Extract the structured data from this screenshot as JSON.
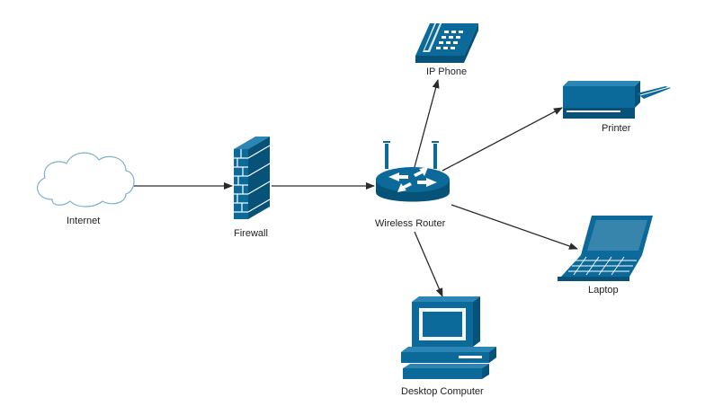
{
  "colors": {
    "device_fill": "#0b6a9a",
    "device_dark": "#075278",
    "cloud_stroke": "#7fb0cc",
    "edge": "#2b2b2b"
  },
  "nodes": [
    {
      "id": "internet",
      "label": "Internet",
      "icon": "cloud-icon"
    },
    {
      "id": "firewall",
      "label": "Firewall",
      "icon": "firewall-icon"
    },
    {
      "id": "router",
      "label": "Wireless Router",
      "icon": "wireless-router-icon"
    },
    {
      "id": "phone",
      "label": "IP Phone",
      "icon": "ip-phone-icon"
    },
    {
      "id": "printer",
      "label": "Printer",
      "icon": "printer-icon"
    },
    {
      "id": "laptop",
      "label": "Laptop",
      "icon": "laptop-icon"
    },
    {
      "id": "desktop",
      "label": "Desktop Computer",
      "icon": "desktop-computer-icon"
    }
  ],
  "edges": [
    {
      "from": "internet",
      "to": "firewall"
    },
    {
      "from": "firewall",
      "to": "router"
    },
    {
      "from": "router",
      "to": "phone"
    },
    {
      "from": "router",
      "to": "printer"
    },
    {
      "from": "router",
      "to": "laptop"
    },
    {
      "from": "router",
      "to": "desktop"
    }
  ]
}
